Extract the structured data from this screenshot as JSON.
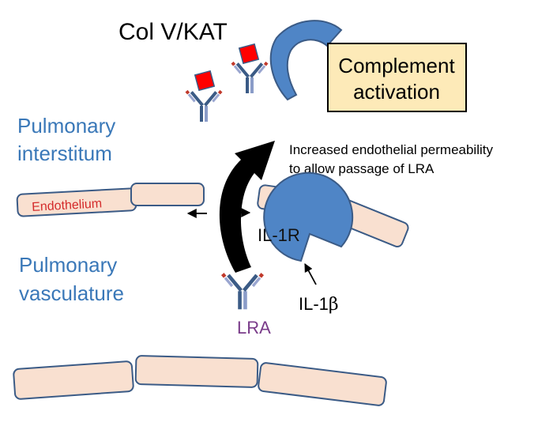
{
  "labels": {
    "title": "Col V/KAT",
    "complement_line1": "Complement",
    "complement_line2": "activation",
    "interstitum_line1": "Pulmonary",
    "interstitum_line2": "interstitum",
    "vasculature_line1": "Pulmonary",
    "vasculature_line2": "vasculature",
    "endothelium": "Endothelium",
    "permeability_line1": "Increased endothelial permeability",
    "permeability_line2": "to allow passage of LRA",
    "il1r": "IL-1R",
    "il1b_prefix": "IL-1",
    "il1b_greek": "β",
    "lra": "LRA"
  },
  "colors": {
    "cell_fill": "#f9e0d0",
    "cell_stroke": "#3b5b86",
    "interstitum_text": "#3a78b8",
    "endothelium_text": "#d42b2b",
    "lra_text": "#7a3c8a",
    "receptor_fill": "#4f85c6",
    "complement_box_fill": "#fdeab8",
    "antigen_fill": "#ff0000",
    "arrow": "#000000"
  },
  "icons": {
    "antibody": "antibody-icon",
    "antigen": "antigen-square-icon",
    "complement": "complement-c-shape-icon",
    "receptor": "il1r-receptor-icon"
  }
}
